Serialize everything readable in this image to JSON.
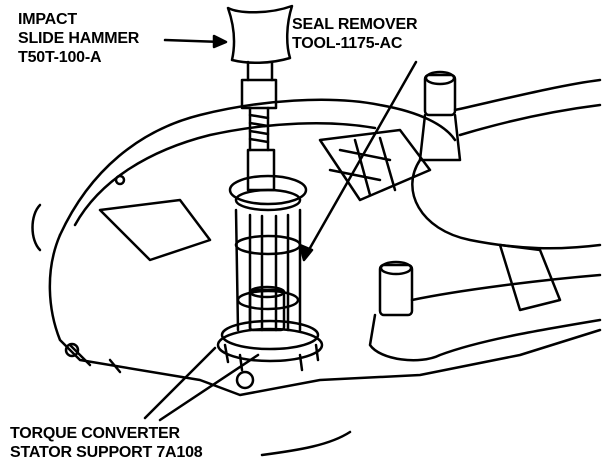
{
  "labels": {
    "hammer": {
      "line1": "IMPACT",
      "line2": "SLIDE HAMMER",
      "line3": "T50T-100-A"
    },
    "seal_remover": {
      "line1": "SEAL REMOVER",
      "line2": "TOOL-1175-AC"
    },
    "stator_support": {
      "line1": "TORQUE CONVERTER",
      "line2": "STATOR SUPPORT 7A108"
    }
  },
  "colors": {
    "ink": "#000000",
    "paper": "#ffffff"
  }
}
